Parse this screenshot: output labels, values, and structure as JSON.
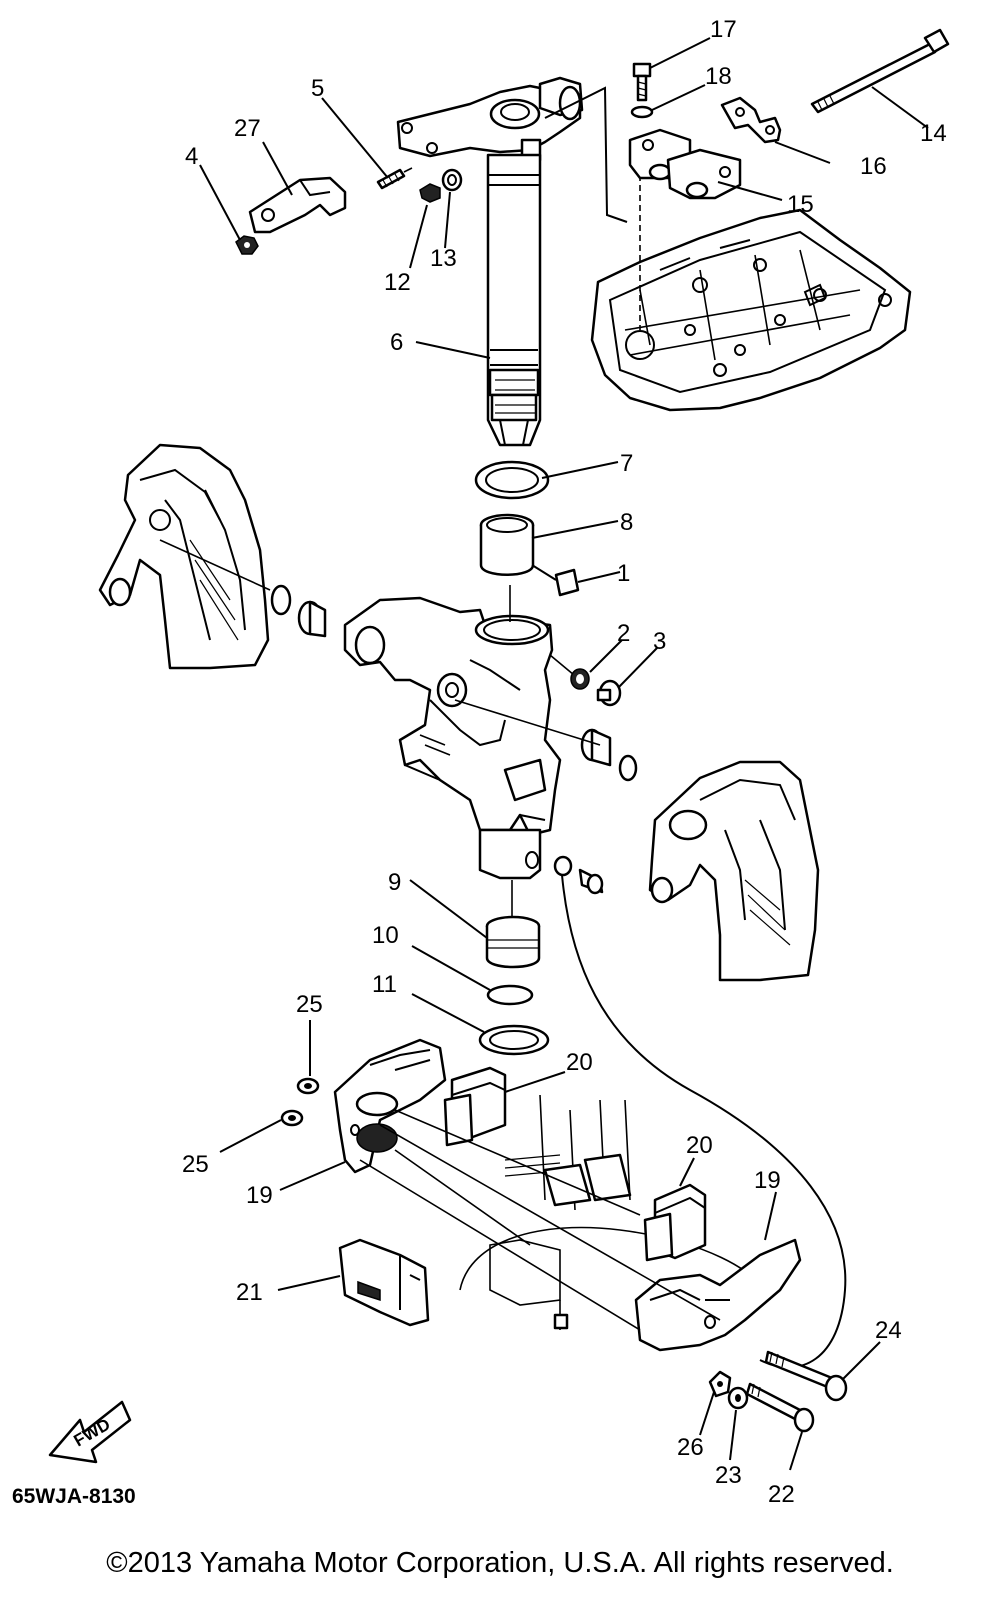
{
  "diagram": {
    "code": "65WJA-8130",
    "copyright": "©2013 Yamaha Motor Corporation, U.S.A. All rights reserved.",
    "fwd_label": "FWD",
    "callouts": [
      "1",
      "2",
      "3",
      "4",
      "5",
      "6",
      "7",
      "8",
      "9",
      "10",
      "11",
      "12",
      "13",
      "14",
      "15",
      "16",
      "17",
      "18",
      "19",
      "19",
      "20",
      "20",
      "21",
      "22",
      "23",
      "24",
      "25",
      "25",
      "26",
      "27"
    ]
  }
}
